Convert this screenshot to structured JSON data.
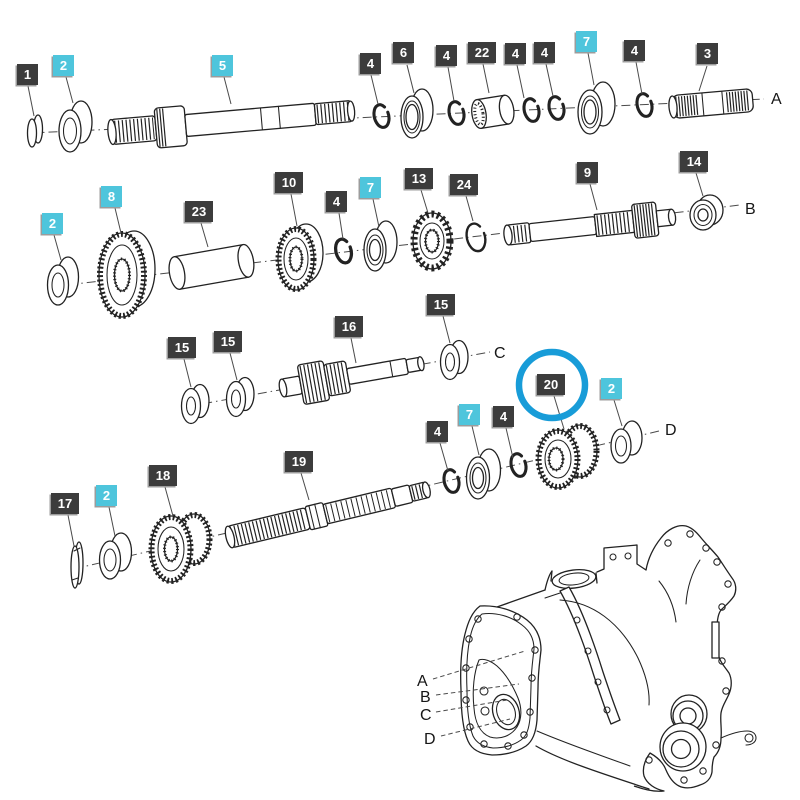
{
  "colors": {
    "background": "#ffffff",
    "line_art": "#222222",
    "callout_dark": "#3c3c3c",
    "callout_cyan": "#4ec5dc",
    "label_text": "#ffffff",
    "highlight_blue": "#189cd8"
  },
  "highlight": {
    "circled_callout": "20"
  },
  "callouts": [
    {
      "num": "1",
      "variant": "dark"
    },
    {
      "num": "2",
      "variant": "cyan"
    },
    {
      "num": "5",
      "variant": "cyan"
    },
    {
      "num": "4",
      "variant": "dark"
    },
    {
      "num": "6",
      "variant": "dark"
    },
    {
      "num": "4",
      "variant": "dark"
    },
    {
      "num": "22",
      "variant": "dark"
    },
    {
      "num": "4",
      "variant": "dark"
    },
    {
      "num": "4",
      "variant": "dark"
    },
    {
      "num": "7",
      "variant": "cyan"
    },
    {
      "num": "4",
      "variant": "dark"
    },
    {
      "num": "3",
      "variant": "dark"
    },
    {
      "num": "2",
      "variant": "cyan"
    },
    {
      "num": "8",
      "variant": "cyan"
    },
    {
      "num": "23",
      "variant": "dark"
    },
    {
      "num": "10",
      "variant": "dark"
    },
    {
      "num": "4",
      "variant": "dark"
    },
    {
      "num": "7",
      "variant": "cyan"
    },
    {
      "num": "13",
      "variant": "dark"
    },
    {
      "num": "24",
      "variant": "dark"
    },
    {
      "num": "9",
      "variant": "dark"
    },
    {
      "num": "14",
      "variant": "dark"
    },
    {
      "num": "15",
      "variant": "dark"
    },
    {
      "num": "15",
      "variant": "dark"
    },
    {
      "num": "16",
      "variant": "dark"
    },
    {
      "num": "15",
      "variant": "dark"
    },
    {
      "num": "4",
      "variant": "dark"
    },
    {
      "num": "7",
      "variant": "cyan"
    },
    {
      "num": "4",
      "variant": "dark"
    },
    {
      "num": "20",
      "variant": "dark"
    },
    {
      "num": "2",
      "variant": "cyan"
    },
    {
      "num": "17",
      "variant": "dark"
    },
    {
      "num": "2",
      "variant": "cyan"
    },
    {
      "num": "18",
      "variant": "dark"
    },
    {
      "num": "19",
      "variant": "dark"
    }
  ],
  "axis_letters": [
    "A",
    "B",
    "C",
    "D"
  ],
  "housing_letters": [
    "A",
    "B",
    "C",
    "D"
  ]
}
